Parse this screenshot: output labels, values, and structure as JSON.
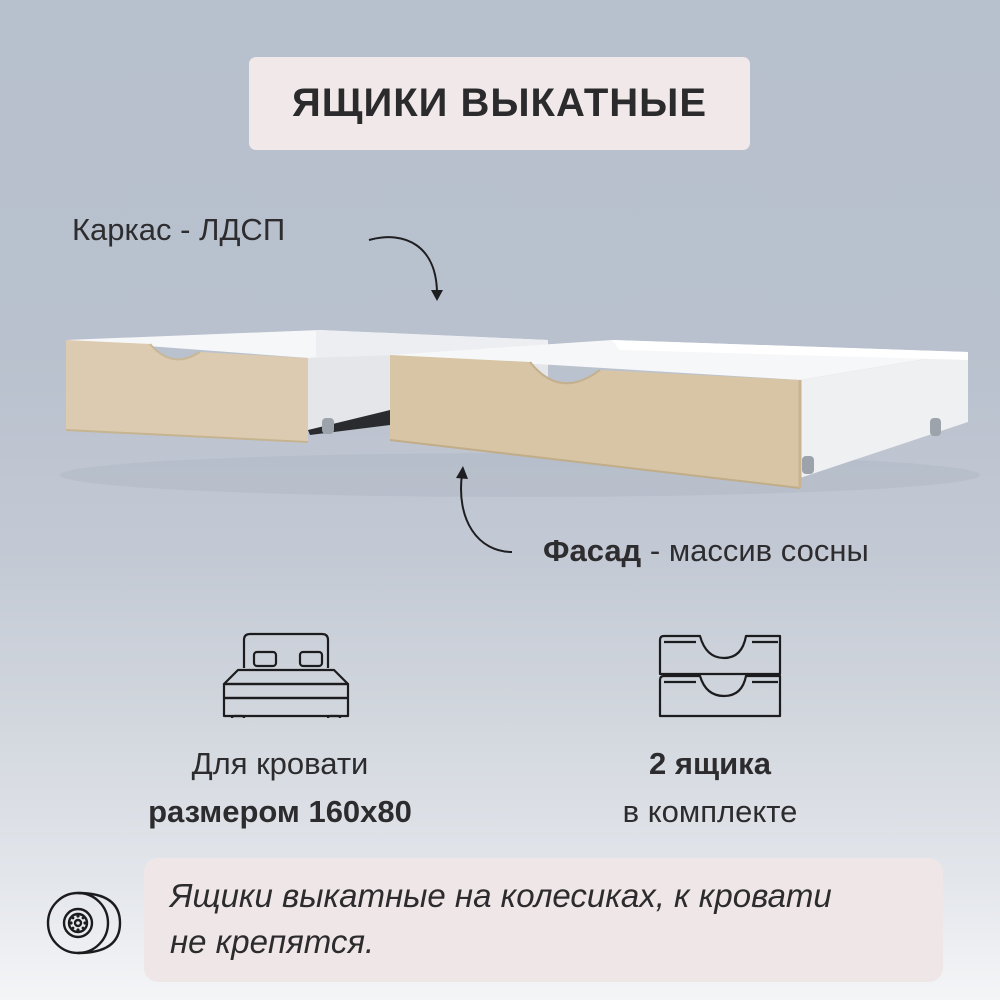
{
  "header": {
    "title": "ЯЩИКИ ВЫКАТНЫЕ"
  },
  "callouts": {
    "frame": {
      "term": "Каркас",
      "separator": " - ",
      "value": "ЛДСП"
    },
    "facade": {
      "term": "Фасад",
      "separator": " - ",
      "value": "массив сосны"
    }
  },
  "product": {
    "image": "two-roll-out-drawers-illustration",
    "facade_color": "#d8c8ab",
    "body_color": "#f2f3f5"
  },
  "features": [
    {
      "icon": "bed-icon",
      "line1": "Для кровати",
      "line2": "размером 160х80"
    },
    {
      "icon": "drawer-stack-icon",
      "line1": "2 ящика",
      "line2": "в комплекте"
    }
  ],
  "note": {
    "icon": "wheel-icon",
    "text_line1": "Ящики выкатные на колесиках, к кровати",
    "text_line2": "не крепятся."
  },
  "colors": {
    "background_top": "#b7c0cd",
    "background_bottom": "#f4f5f7",
    "panel": "#f1e9e9",
    "text": "#2b2a2c"
  }
}
